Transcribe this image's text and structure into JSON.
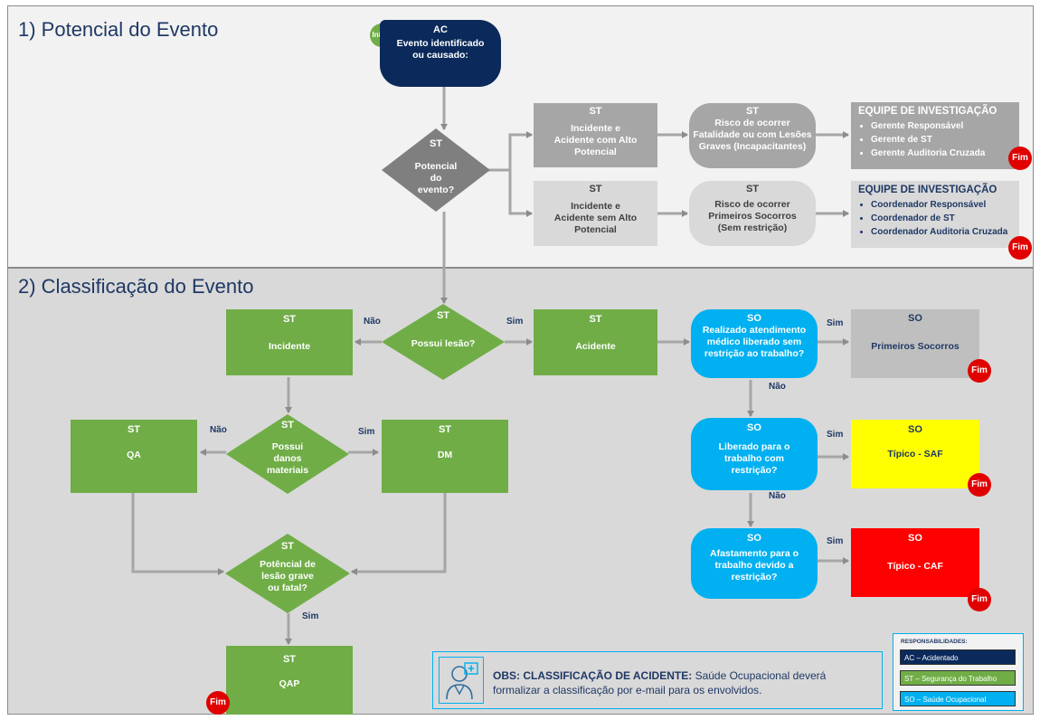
{
  "sections": [
    {
      "title": "1) Potencial do Evento"
    },
    {
      "title": "2) Classificação do Evento"
    }
  ],
  "colors": {
    "st_green": "#70ad47",
    "so_blue": "#00b0f0",
    "ac_navy": "#0b2a5b",
    "high_gray": "#a6a6a6",
    "low_gray": "#d9d9d9",
    "fim_red": "#e00000",
    "saf_yellow": "#ffff00",
    "caf_red": "#ff0000",
    "section2_bg": "#d9d9d9"
  },
  "start": {
    "label": "Início"
  },
  "ac_box": {
    "tag": "AC",
    "text": "Evento identificado ou causado:"
  },
  "potencial_decision": {
    "tag": "ST",
    "text": "Potencial do evento?"
  },
  "alto_potencial": {
    "tag": "ST",
    "text": "Incidente e Acidente com Alto Potencial"
  },
  "sem_alto_potencial": {
    "tag": "ST",
    "text": "Incidente e Acidente sem Alto Potencial"
  },
  "risco_fatalidade": {
    "tag": "ST",
    "text": "Risco de ocorrer Fatalidade ou com Lesões Graves (Incapacitantes)"
  },
  "risco_primeiros": {
    "tag": "ST",
    "text": "Risco de ocorrer Primeiros Socorros (Sem restrição)"
  },
  "team_gerentes": {
    "title": "EQUIPE DE INVESTIGAÇÃO",
    "items": [
      "Gerente Responsável",
      "Gerente de ST",
      "Gerente Auditoria Cruzada"
    ]
  },
  "team_coordenadores": {
    "title": "EQUIPE DE INVESTIGAÇÃO",
    "items": [
      "Coordenador Responsável",
      "Coordenador de ST",
      "Coordenador Auditoria Cruzada"
    ]
  },
  "possui_lesao": {
    "tag": "ST",
    "text": "Possui lesão?"
  },
  "incidente": {
    "tag": "ST",
    "text": "Incidente"
  },
  "acidente": {
    "tag": "ST",
    "text": "Acidente"
  },
  "possui_danos": {
    "tag": "ST",
    "text": "Possui danos materiais"
  },
  "qa": {
    "tag": "ST",
    "text": "QA"
  },
  "dm": {
    "tag": "ST",
    "text": "DM"
  },
  "potencial_lesao": {
    "tag": "ST",
    "text": "Potêncial de lesão grave ou fatal?"
  },
  "qap": {
    "tag": "ST",
    "text": "QAP"
  },
  "so_atendimento": {
    "tag": "SO",
    "text": "Realizado atendimento médico liberado sem restrição ao trabalho?"
  },
  "so_liberado": {
    "tag": "SO",
    "text": "Liberado para o trabalho com restrição?"
  },
  "so_afastamento": {
    "tag": "SO",
    "text": "Afastamento para o trabalho devido a restrição?"
  },
  "primeiros_socorros": {
    "tag": "SO",
    "text": "Primeiros Socorros"
  },
  "tipico_saf": {
    "tag": "SO",
    "text": "Típico - SAF"
  },
  "tipico_caf": {
    "tag": "SO",
    "text": "Típico - CAF"
  },
  "labels": {
    "sim": "Sim",
    "nao": "Não",
    "fim": "Fim"
  },
  "obs": {
    "bold": "OBS: CLASSIFICAÇÃO DE ACIDENTE:",
    "text": " Saúde Ocupacional deverá formalizar a classificação por e-mail para os envolvidos.",
    "icon": "doctor-icon"
  },
  "legend": {
    "title": "RESPONSABILIDADES:",
    "items": [
      "AC – Acidentado",
      "ST – Segurança do Trabalho",
      "SO – Saúde Ocupacional"
    ]
  }
}
